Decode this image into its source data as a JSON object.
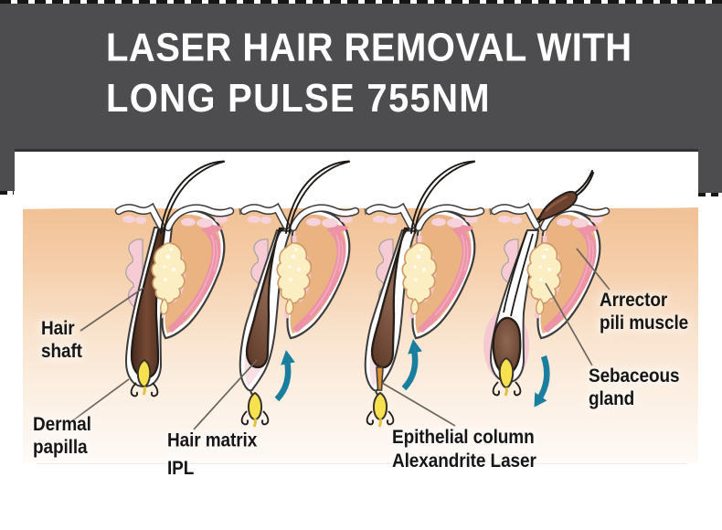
{
  "header": {
    "title_line1": "LASER HAIR REMOVAL WITH",
    "title_line2": "LONG PULSE 755NM"
  },
  "figure": {
    "labels": [
      {
        "id": "hair-shaft",
        "lines": [
          "Hair",
          "shaft"
        ]
      },
      {
        "id": "dermal-papilla",
        "lines": [
          "Dermal",
          "papilla"
        ]
      },
      {
        "id": "hair-matrix",
        "lines": [
          "Hair matrix",
          "IPL"
        ]
      },
      {
        "id": "epithelial-column",
        "lines": [
          "Epithelial column",
          "Alexandrite Laser"
        ]
      },
      {
        "id": "arrector-pili",
        "lines": [
          "Arrector",
          "pili muscle"
        ]
      },
      {
        "id": "sebaceous-gland",
        "lines": [
          "Sebaceous",
          "gland"
        ]
      }
    ],
    "arrows": [
      {
        "name": "regrowth-arrow-1",
        "direction": "up"
      },
      {
        "name": "regrowth-arrow-2",
        "direction": "up"
      },
      {
        "name": "shedding-arrow",
        "direction": "down"
      }
    ]
  },
  "colors": {
    "header_bg": "#4d4d4f",
    "title_text": "#ffffff",
    "label_text": "#161616",
    "arrow": "#1a7f9e",
    "leader_line": "#6c6359",
    "cut_line": "#161616",
    "skin_top": "#f1c093",
    "skin_bottom": "#fdf6ef"
  }
}
